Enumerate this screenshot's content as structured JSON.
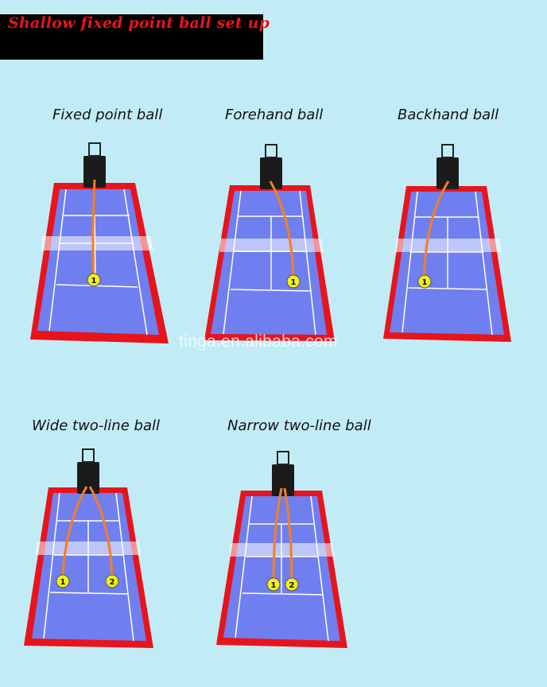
{
  "title": "Shallow fixed point ball set up",
  "watermark": "tinga.en.alibaba.com",
  "colors": {
    "background": "#c2ecf5",
    "court_outer": "#e8141c",
    "court_surface": "#6f7fef",
    "court_lines": "#ffffff",
    "ball_path": "#f47f22",
    "ball": "#f2ef1a",
    "machine": "#1b1b1b",
    "title_text": "#e8141c",
    "title_banner": "#000000"
  },
  "panels": [
    {
      "label": "Fixed point ball",
      "balls": [
        "1"
      ]
    },
    {
      "label": "Forehand ball",
      "balls": [
        "1"
      ]
    },
    {
      "label": "Backhand ball",
      "balls": [
        "1"
      ]
    },
    {
      "label": "Wide two-line ball",
      "balls": [
        "1",
        "2"
      ]
    },
    {
      "label": "Narrow two-line ball",
      "balls": [
        "1",
        "2"
      ]
    }
  ]
}
